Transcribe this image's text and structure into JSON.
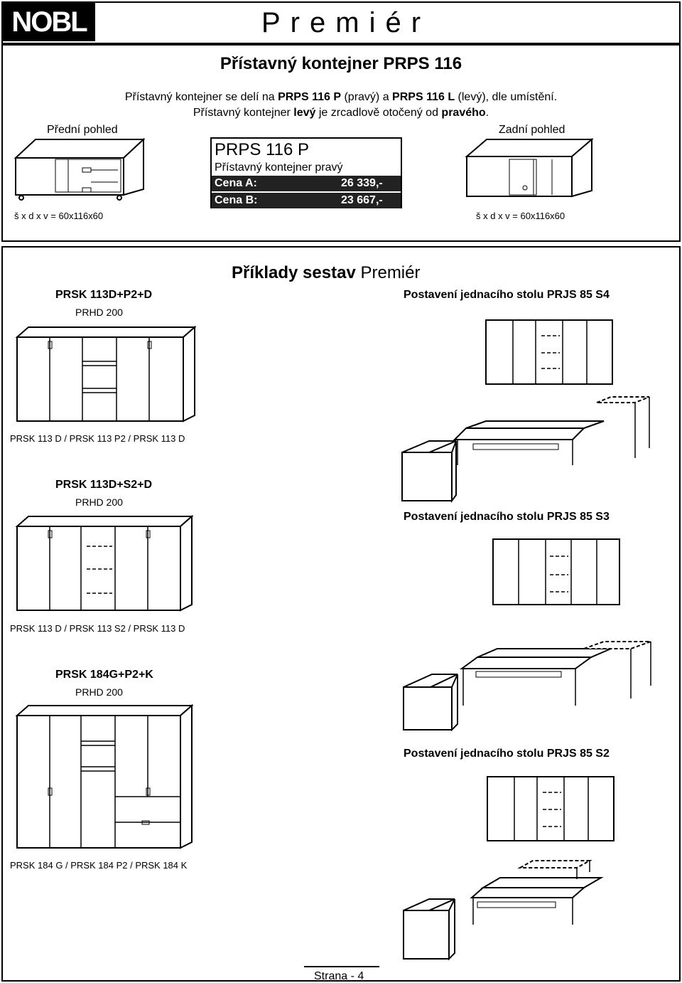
{
  "header": {
    "logo_text": "NOBL",
    "brand": "Premiér"
  },
  "product": {
    "title": "Přístavný kontejner PRPS 116",
    "desc_line1_a": "Přístavný kontejner se delí na ",
    "desc_line1_b": "PRPS 116 P",
    "desc_line1_c": " (pravý) a ",
    "desc_line1_d": "PRPS 116 L",
    "desc_line1_e": " (levý), dle umístění.",
    "desc_line2_a": "Přístavný kontejner ",
    "desc_line2_b": "levý",
    "desc_line2_c": " je zrcadlově otočený od ",
    "desc_line2_d": "pravého",
    "desc_line2_e": ".",
    "front_label": "Přední pohled",
    "back_label": "Zadní pohled",
    "dims_front": "š x d x v = 60x116x60",
    "dims_back": "š x d x v = 60x116x60",
    "code": "PRPS 116 P",
    "name": "Přístavný kontejner pravý",
    "price_a_label": "Cena A:",
    "price_a_value": "26 339,-",
    "price_b_label": "Cena B:",
    "price_b_value": "23 667,-"
  },
  "examples": {
    "title_bold": "Příklady sestav",
    "title_regular": "Premiér",
    "sets": [
      {
        "name": "PRSK 113D+P2+D",
        "sub": "PRHD 200",
        "parts": "PRSK 113 D / PRSK 113 P2 / PRSK 113 D"
      },
      {
        "name": "PRSK 113D+S2+D",
        "sub": "PRHD 200",
        "parts": "PRSK 113 D / PRSK 113 S2 / PRSK 113 D"
      },
      {
        "name": "PRSK 184G+P2+K",
        "sub": "PRHD 200",
        "parts": "PRSK 184 G / PRSK 184 P2 / PRSK 184 K"
      }
    ],
    "desks": [
      {
        "label": "Postavení jednacího stolu PRJS 85 S4"
      },
      {
        "label": "Postavení jednacího stolu PRJS 85 S3"
      },
      {
        "label": "Postavení jednacího stolu PRJS 85 S2"
      }
    ]
  },
  "footer": {
    "page": "Strana - 4"
  }
}
